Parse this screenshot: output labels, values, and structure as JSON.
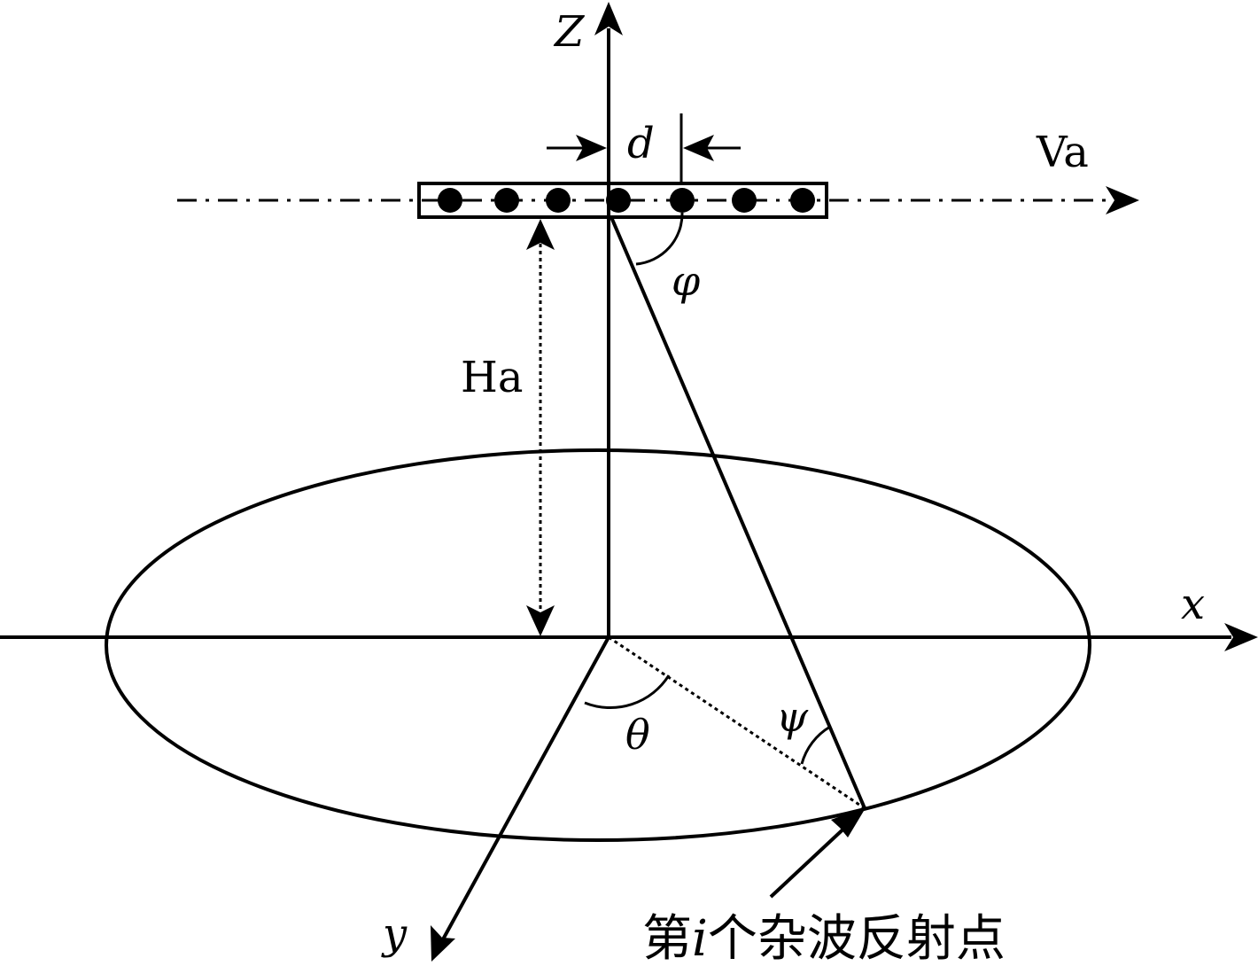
{
  "labels": {
    "z_axis": "Z",
    "x_axis": "x",
    "y_axis": "y",
    "spacing": "d",
    "velocity": "Va",
    "height": "Ha",
    "angle_phi": "φ",
    "angle_theta": "θ",
    "angle_psi": "ψ",
    "clutter_point": {
      "prefix": "第",
      "index": "i",
      "suffix": "个杂波反射点"
    }
  },
  "array": {
    "element_count": 7
  }
}
